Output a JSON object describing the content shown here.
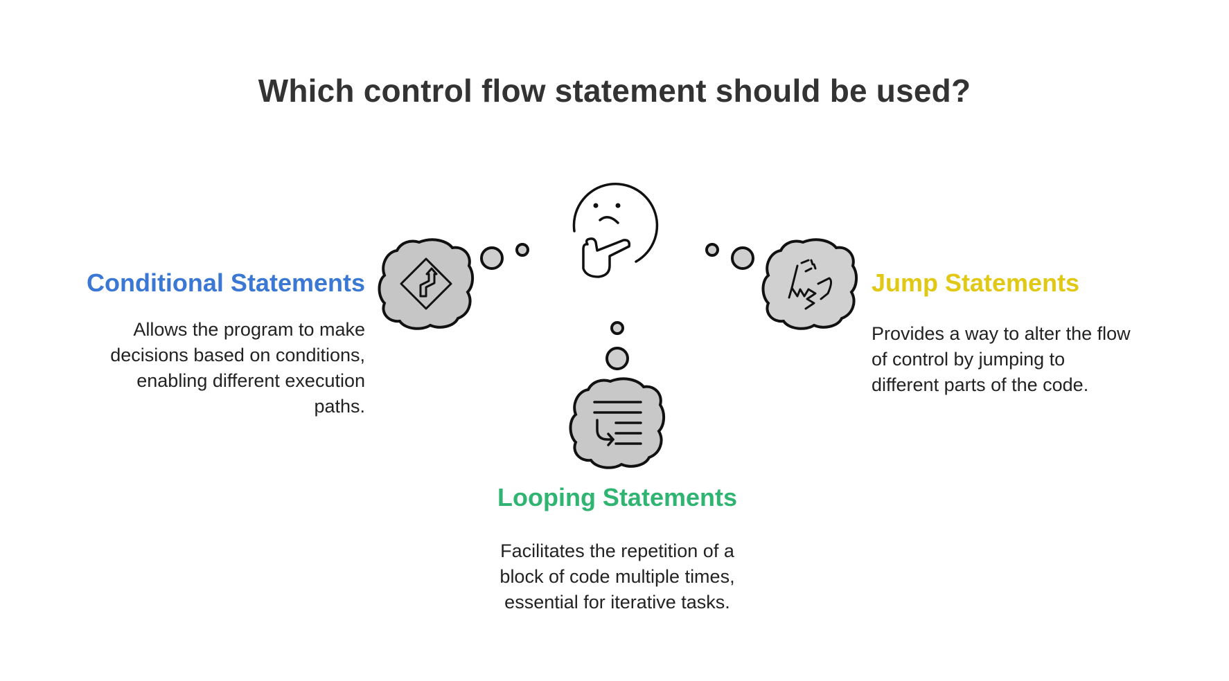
{
  "title": "Which control flow statement should be used?",
  "colors": {
    "conditional": "#3a78d4",
    "looping": "#2fb472",
    "jump": "#e0c814",
    "bubble_fill": "#c8c8c8",
    "stroke": "#111111"
  },
  "options": {
    "conditional": {
      "heading": "Conditional Statements",
      "lines": [
        "Allows the program to make",
        "decisions based on conditions,",
        "enabling different execution",
        "paths."
      ],
      "icon": "winding-road-sign-icon"
    },
    "jump": {
      "heading": "Jump Statements",
      "lines": [
        "Provides a way to alter the flow",
        "of control by jumping to",
        "different parts of the code."
      ],
      "icon": "jump-burst-icon"
    },
    "looping": {
      "heading": "Looping Statements",
      "lines": [
        "Facilitates the repetition of a",
        "block of code multiple times,",
        "essential for iterative tasks."
      ],
      "icon": "loop-list-icon"
    }
  },
  "center_icon": "thinking-face-icon"
}
